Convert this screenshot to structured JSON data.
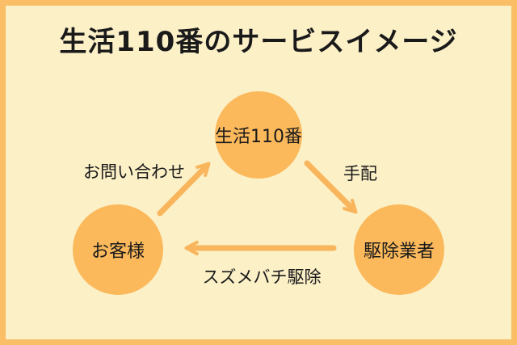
{
  "title": "生活110番のサービスイメージ",
  "diagram": {
    "type": "cycle-flow",
    "nodes": [
      {
        "id": "seikatsu110",
        "label": "生活110番",
        "shape": "circle",
        "position": "top-center"
      },
      {
        "id": "customer",
        "label": "お客様",
        "shape": "circle",
        "position": "bottom-left"
      },
      {
        "id": "exterminator",
        "label": "駆除業者",
        "shape": "circle",
        "position": "bottom-right"
      }
    ],
    "edges": [
      {
        "id": "inquiry",
        "from": "customer",
        "to": "seikatsu110",
        "label": "お問い合わせ",
        "direction": "up-right"
      },
      {
        "id": "arrange",
        "from": "seikatsu110",
        "to": "exterminator",
        "label": "手配",
        "direction": "down-right"
      },
      {
        "id": "extermination",
        "from": "exterminator",
        "to": "customer",
        "label": "スズメバチ駆除",
        "direction": "left"
      }
    ]
  },
  "colors": {
    "background": "#FCF0C7",
    "frame_border": "#F9BE66",
    "node_fill": "#FBB95C",
    "arrow": "#F8B55C",
    "text": "#1A1A1A"
  }
}
